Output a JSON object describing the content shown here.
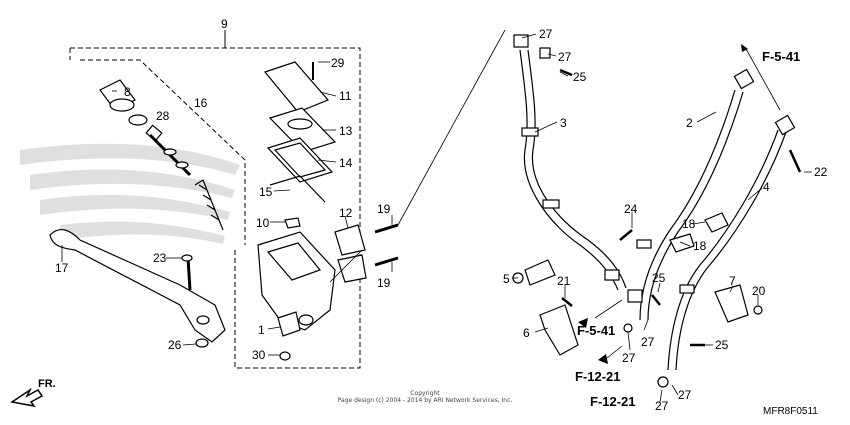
{
  "diagram": {
    "part_numbers": [
      "1",
      "2",
      "3",
      "4",
      "5",
      "6",
      "7",
      "8",
      "9",
      "10",
      "11",
      "12",
      "13",
      "14",
      "15",
      "16",
      "17",
      "18",
      "18",
      "19",
      "19",
      "20",
      "21",
      "22",
      "23",
      "24",
      "25",
      "25",
      "25",
      "26",
      "27",
      "27",
      "27",
      "27",
      "27",
      "27",
      "28",
      "29",
      "30"
    ],
    "references": [
      "F-5-41",
      "F-5-41",
      "F-12-21",
      "F-12-21"
    ],
    "direction_label": "FR.",
    "copyright_line1": "Copyright",
    "copyright_line2": "Page design (c) 2004 - 2014 by ARI Network Services, Inc.",
    "diagram_code": "MFR8F0511",
    "colors": {
      "line": "#000000",
      "watermark": "#d9d9d9"
    }
  }
}
